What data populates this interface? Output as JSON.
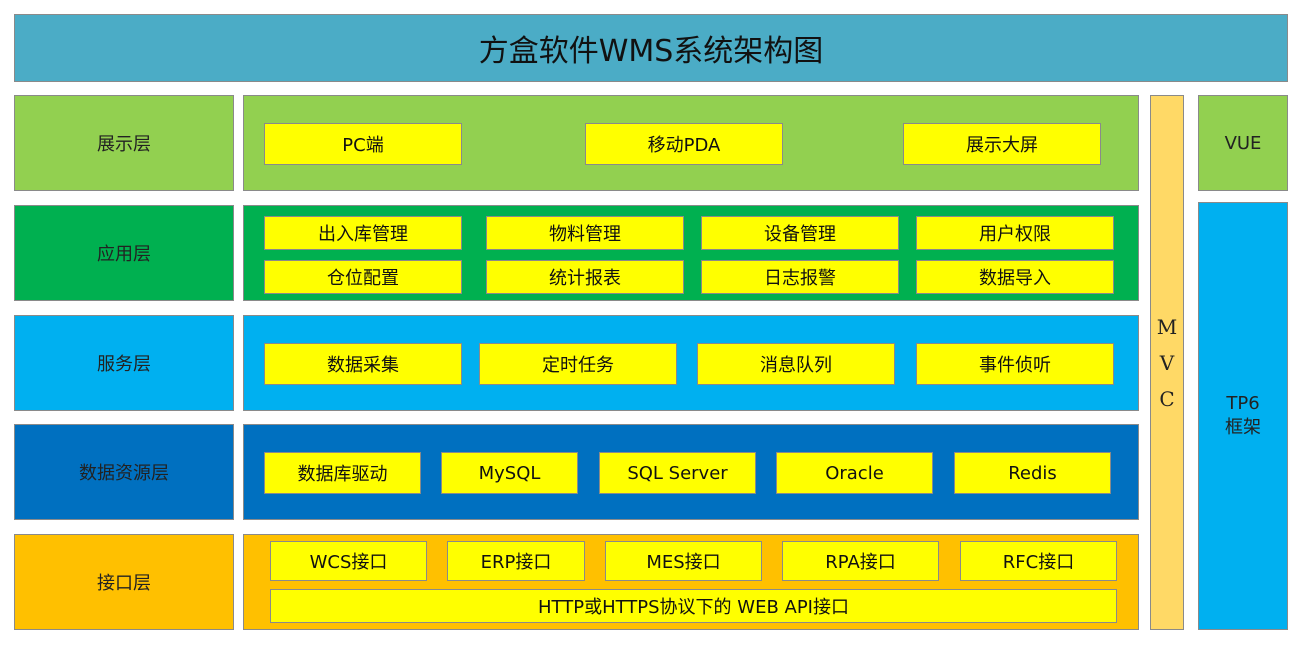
{
  "title": "方盒软件WMS系统架构图",
  "colors": {
    "title_bg": "#4bacc6",
    "presentation": "#92d050",
    "application": "#00b050",
    "service": "#00b0f0",
    "data": "#0070c0",
    "interface": "#ffc000",
    "item": "#ffff00",
    "mvc": "#ffd966",
    "tp6": "#00b0f0"
  },
  "layers": [
    {
      "name": "展示层",
      "items": [
        "PC端",
        "移动PDA",
        "展示大屏"
      ]
    },
    {
      "name": "应用层",
      "items": [
        "出入库管理",
        "物料管理",
        "设备管理",
        "用户权限",
        "仓位配置",
        "统计报表",
        "日志报警",
        "数据导入"
      ]
    },
    {
      "name": "服务层",
      "items": [
        "数据采集",
        "定时任务",
        "消息队列",
        "事件侦听"
      ]
    },
    {
      "name": "数据资源层",
      "items": [
        "数据库驱动",
        "MySQL",
        "SQL Server",
        "Oracle",
        "Redis"
      ]
    },
    {
      "name": "接口层",
      "items": [
        "WCS接口",
        "ERP接口",
        "MES接口",
        "RPA接口",
        "RFC接口",
        "HTTP或HTTPS协议下的 WEB API接口"
      ]
    }
  ],
  "side": {
    "mvc": [
      "M",
      "V",
      "C"
    ],
    "vue": "VUE",
    "tp6": [
      "TP6",
      "框架"
    ]
  }
}
